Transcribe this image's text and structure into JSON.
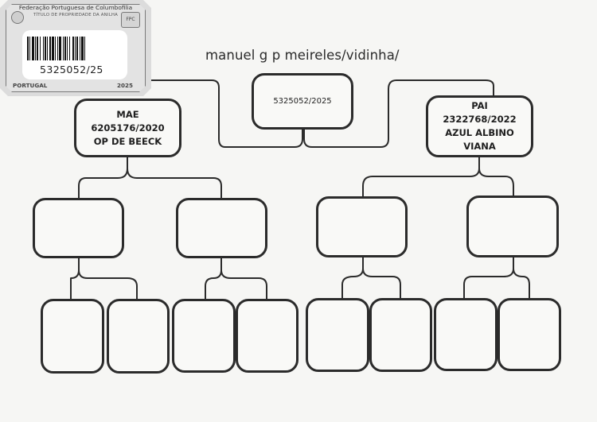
{
  "label": {
    "federation": "Federação Portuguesa de Columbofilia",
    "subtitle": "TÍTULO DE PROPRIEDADE DA ANILHA",
    "ring_number": "5325052/25",
    "country": "PORTUGAL",
    "year": "2025",
    "logo_right": "FPC"
  },
  "owner_title": "manuel g p meireles/vidinha/",
  "subject": {
    "ring": "5325052/2025"
  },
  "dam": {
    "role": "MAE",
    "ring": "6205176/2020",
    "name": "OP DE BEECK"
  },
  "sire": {
    "role": "PAI",
    "ring": "2322768/2022",
    "name": "AZUL ALBINO VIANA"
  },
  "colors": {
    "ink": "#2b2b2b",
    "paper": "#f6f6f4",
    "label": "#dcdcdc"
  }
}
